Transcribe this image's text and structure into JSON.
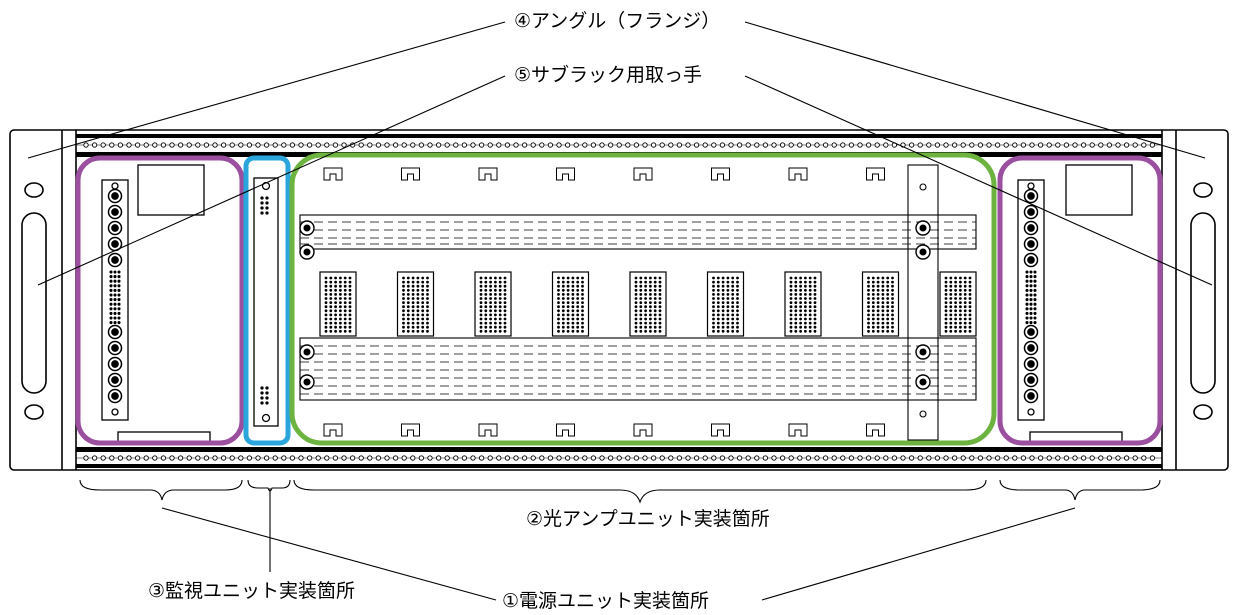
{
  "labels": {
    "angle_flange": "④アングル（フランジ）",
    "subrack_handle": "⑤サブラック用取っ手",
    "optical_amp_area": "②光アンプユニット実装箇所",
    "monitor_unit_area": "③監視ユニット実装箇所",
    "power_unit_area": "①電源ユニット実装箇所"
  },
  "colors": {
    "power_unit": "#9b4f9f",
    "monitor_unit": "#2aa6dc",
    "optical_amp": "#6cb33f",
    "line": "#000000"
  },
  "counts": {
    "optical_amp_slots": 9
  }
}
